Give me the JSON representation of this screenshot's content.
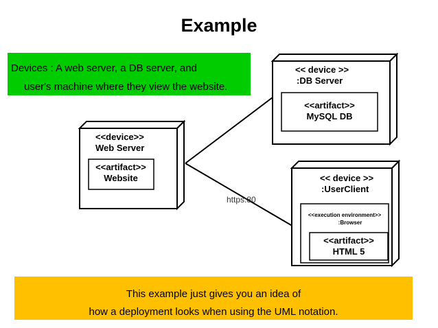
{
  "title": "Example",
  "note_top": {
    "line1": "Devices : A web server, a DB server, and",
    "line2": "user's machine where they view the website."
  },
  "note_bottom": {
    "line1": "This example just gives you an idea of",
    "line2": "how a deployment looks when using the UML notation."
  },
  "nodes": {
    "web_server": {
      "stereotype": "<<device>>",
      "name": "Web Server",
      "artifact_stereotype": "<<artifact>>",
      "artifact_name": "Website"
    },
    "db_server": {
      "stereotype": "<< device >>",
      "name": ":DB Server",
      "artifact_stereotype": "<<artifact>>",
      "artifact_name": "MySQL DB"
    },
    "user_client": {
      "stereotype": "<< device >>",
      "name": ":UserClient",
      "env_stereotype": "<<execution environment>>",
      "env_name": ":Browser",
      "artifact_stereotype": "<<artifact>>",
      "artifact_name": "HTML 5"
    }
  },
  "connection_label": "https:80"
}
